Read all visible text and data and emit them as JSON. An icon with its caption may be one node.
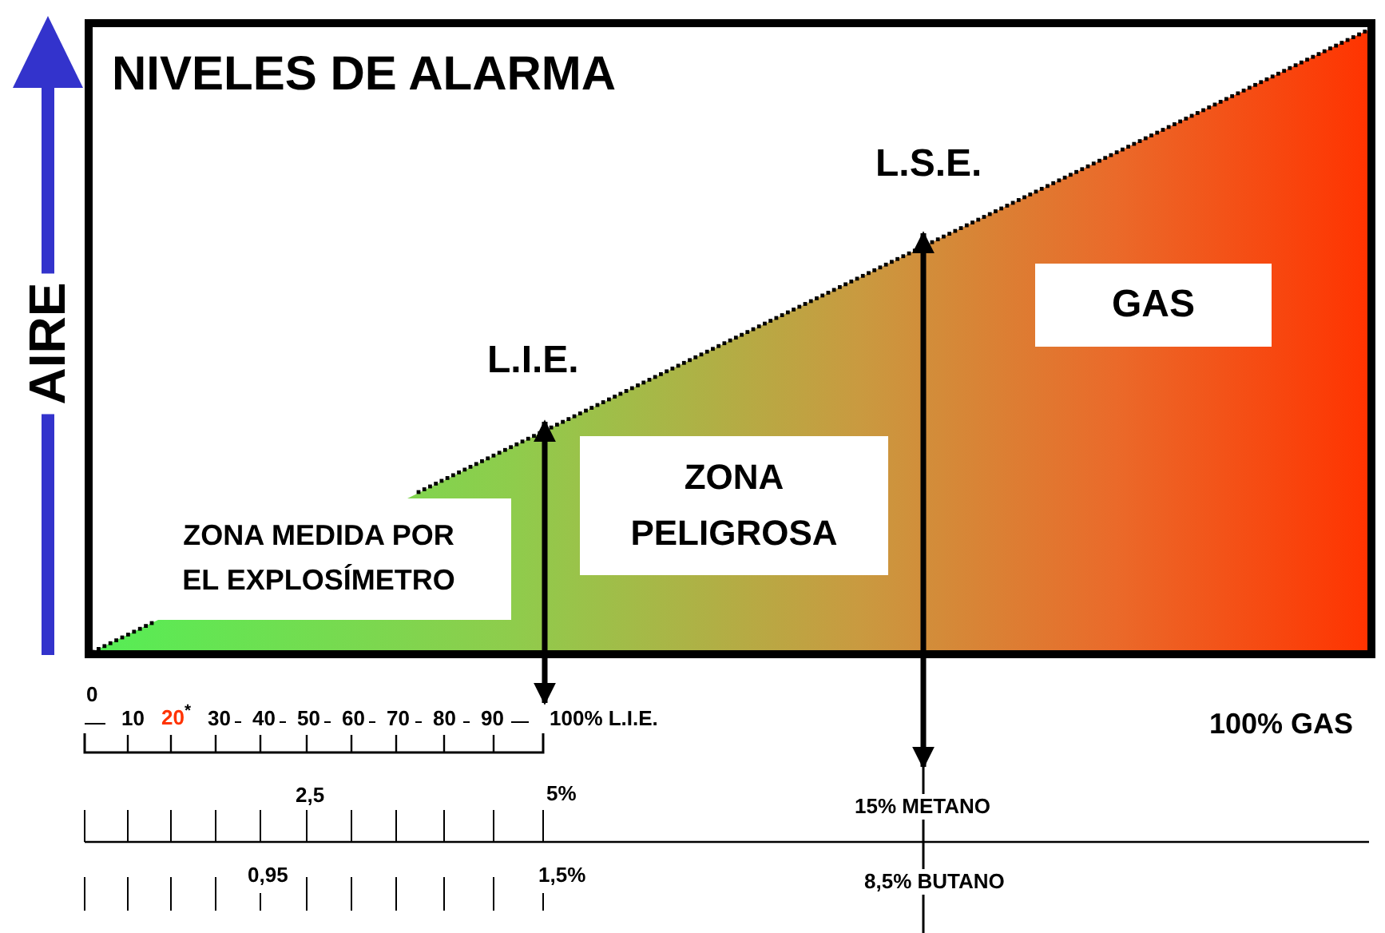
{
  "diagram": {
    "title": "NIVELES DE ALARMA",
    "nodes": [
      {
        "text": [
          "ZONA MEDIDA POR EL EXPLOSÍMETRO"
        ]
      },
      {
        "text": [
          "ZONA PELIGROSA"
        ]
      },
      {
        "text": [
          "GAS"
        ]
      }
    ],
    "labels": [
      "AIRE",
      "L.S.E.",
      "L.I.E.",
      "0",
      "10",
      "20$^{*}$",
      "30",
      "40",
      "50",
      "60",
      "70",
      "80",
      "90",
      "100% L.I.E.",
      "100% GAS",
      "2,5",
      "5%",
      "15% METANO",
      "0,95",
      "1,5%",
      "8,5% BUTANO"
    ]
  }
}
